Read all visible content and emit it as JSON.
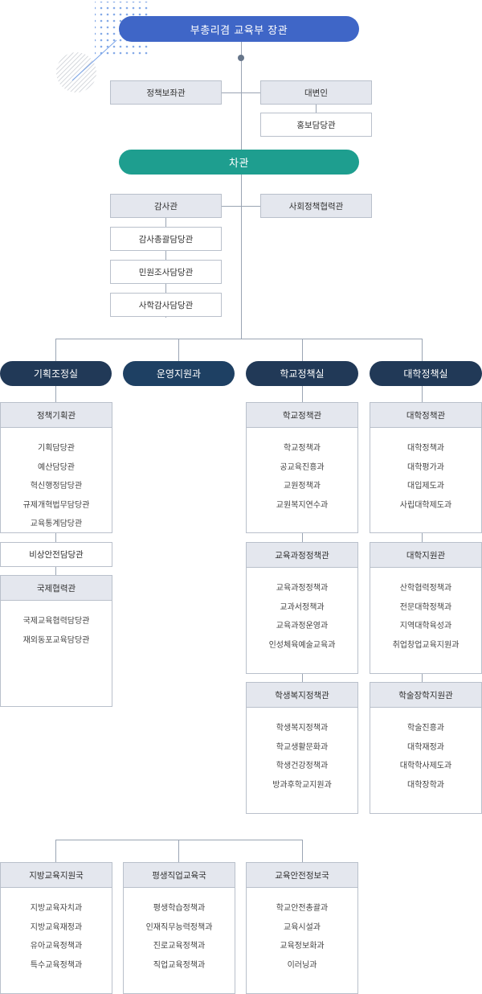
{
  "minister": "부총리겸 교육부 장관",
  "vice_minister": "차관",
  "minister_aides": {
    "policy_aide": "정책보좌관",
    "spokesperson": "대변인",
    "pr_officer": "홍보담당관"
  },
  "vice_aides": {
    "audit": "감사관",
    "social_policy": "사회정책협력관",
    "audit_subs": [
      "감사총괄담당관",
      "민원조사담당관",
      "사학감사담당관"
    ]
  },
  "offices": [
    "기획조정실",
    "운영지원과",
    "학교정책실",
    "대학정책실"
  ],
  "planning": {
    "head": "정책기획관",
    "items": [
      "기획담당관",
      "예산담당관",
      "혁신행정담당관",
      "규제개혁법무담당관",
      "교육통계담당관"
    ],
    "emergency": "비상안전담당관",
    "intl_head": "국제협력관",
    "intl_items": [
      "국제교육협력담당관",
      "재외동포교육담당관"
    ]
  },
  "school": [
    {
      "head": "학교정책관",
      "items": [
        "학교정책과",
        "공교육진흥과",
        "교원정책과",
        "교원복지연수과"
      ]
    },
    {
      "head": "교육과정정책관",
      "items": [
        "교육과정정책과",
        "교과서정책과",
        "교육과정운영과",
        "인성체육예술교육과"
      ]
    },
    {
      "head": "학생복지정책관",
      "items": [
        "학생복지정책과",
        "학교생활문화과",
        "학생건강정책과",
        "방과후학교지원과"
      ]
    }
  ],
  "univ": [
    {
      "head": "대학정책관",
      "items": [
        "대학정책과",
        "대학평가과",
        "대입제도과",
        "사립대학제도과"
      ]
    },
    {
      "head": "대학지원관",
      "items": [
        "산학협력정책과",
        "전문대학정책과",
        "지역대학육성과",
        "취업창업교육지원과"
      ]
    },
    {
      "head": "학술장학지원관",
      "items": [
        "학술진흥과",
        "대학재정과",
        "대학학사제도과",
        "대학장학과"
      ]
    }
  ],
  "bureaus": [
    {
      "head": "지방교육지원국",
      "items": [
        "지방교육자치과",
        "지방교육재정과",
        "유아교육정책과",
        "특수교육정책과"
      ]
    },
    {
      "head": "평생직업교육국",
      "items": [
        "평생학습정책과",
        "인재직무능력정책과",
        "진로교육정책과",
        "직업교육정책과"
      ]
    },
    {
      "head": "교육안전정보국",
      "items": [
        "학교안전총괄과",
        "교육시설과",
        "교육정보화과",
        "이러닝과"
      ]
    }
  ],
  "colors": {
    "minister_blue": "#3f66c7",
    "vice_teal": "#1e9e8f",
    "office_navy": "#213957",
    "office_alt": "#1e4063",
    "grey_box": "#e4e7ee",
    "border": "#b9c0cb",
    "connector": "#9aa4b3"
  }
}
